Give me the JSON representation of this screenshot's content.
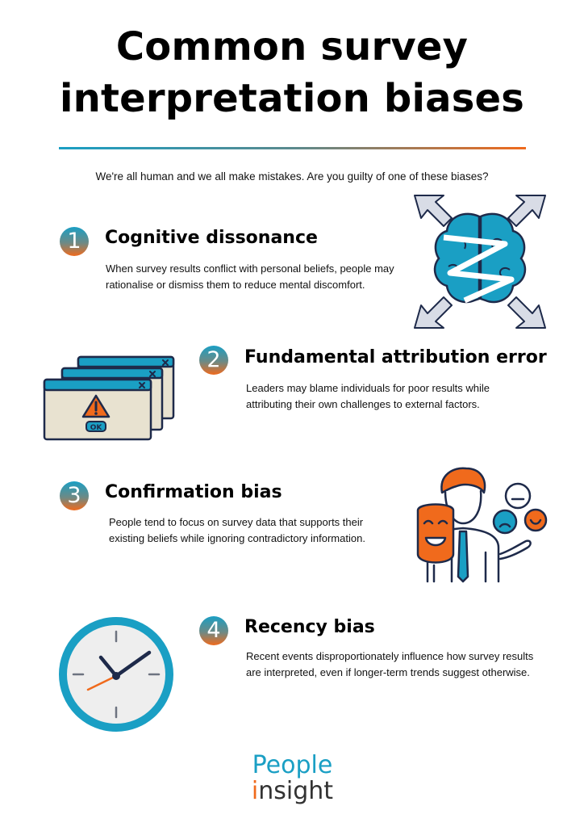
{
  "title": {
    "line1": "Common survey",
    "line2": "interpretation biases"
  },
  "intro": "We're all human and we all make mistakes. Are you guilty of one of these biases?",
  "items": [
    {
      "number": "1",
      "heading": "Cognitive dissonance",
      "body": "When survey results conflict with personal beliefs, people may rationalise or dismiss them to reduce mental discomfort.",
      "icon": "brain-icon"
    },
    {
      "number": "2",
      "heading": "Fundamental attribution error",
      "body": " Leaders may blame individuals for poor results while attributing their own challenges to external factors.",
      "icon": "error-windows-icon",
      "ok_label": "OK"
    },
    {
      "number": "3",
      "heading": "Confirmation bias",
      "body": "People tend to focus on survey data that supports their existing beliefs while ignoring contradictory information.",
      "icon": "person-masks-icon"
    },
    {
      "number": "4",
      "heading": "Recency bias",
      "body": "Recent events disproportionately influence how survey results are interpreted, even if longer-term trends suggest otherwise.",
      "icon": "clock-icon"
    }
  ],
  "logo": {
    "line1": "People",
    "line2_first": "i",
    "line2_rest": "nsight"
  },
  "colors": {
    "accent_blue": "#1a9fc4",
    "accent_orange": "#f06a1c",
    "navy": "#1e2a4a"
  }
}
